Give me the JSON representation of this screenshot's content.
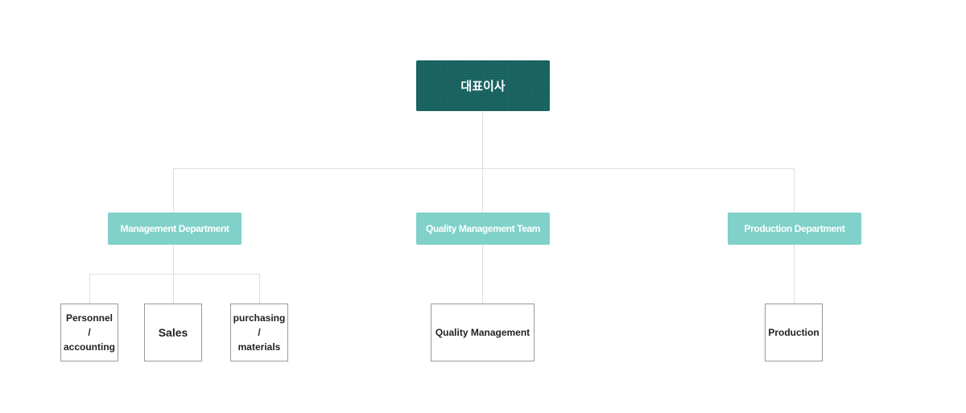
{
  "ceo": {
    "label": "대표이사"
  },
  "departments": [
    {
      "label": "Management Department"
    },
    {
      "label": "Quality Management Team"
    },
    {
      "label": "Production Department"
    }
  ],
  "units": {
    "personnel": {
      "line1": "Personnel",
      "line2": "/",
      "line3": "accounting"
    },
    "sales": {
      "label": "Sales"
    },
    "purchasing": {
      "line1": "purchasing",
      "line2": "/",
      "line3": "materials"
    },
    "quality": {
      "label": "Quality Management"
    },
    "production": {
      "label": "Production"
    }
  },
  "colors": {
    "ceo": "#1c6a68",
    "department": "#7fd1c9",
    "connector": "#dedede",
    "unit_border": "#9a9a9a"
  }
}
